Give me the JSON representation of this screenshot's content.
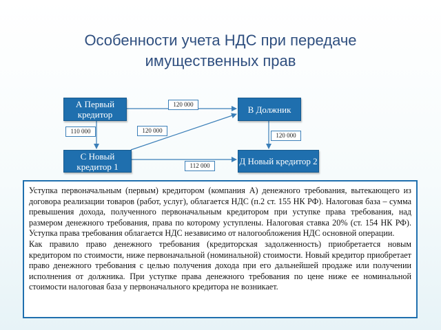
{
  "title": "Особенности учета НДС при передаче имущественных прав",
  "diagram": {
    "nodes": {
      "a": "А Первый кредитор",
      "b": "В Должник",
      "c": "С Новый кредитор 1",
      "d": "Д Новый кредитор 2"
    },
    "edge_labels": {
      "a_b": "120 000",
      "a_c": "110 000",
      "c_b": "120 000",
      "b_d": "120 000",
      "c_d": "112 000"
    }
  },
  "text": {
    "paragraph1": "Уступка первоначальным (первым) кредитором (компания А) денежного требования, вытекающего из договора реализации товаров (работ, услуг), облагается НДС (п.2 ст. 155 НК РФ). Налоговая база – сумма превышения дохода, полученного первоначальным кредитором при уступке права требования, над размером денежного требования, права по которому уступлены. Налоговая ставка 20% (ст. 154 НК РФ). Уступка права требования облагается НДС независимо от налогообложения НДС основной операции.",
    "paragraph2": "Как правило право денежного требования (кредиторская задолженность) приобретается новым кредитором по стоимости, ниже первоначальной (номинальной) стоимости. Новый кредитор приобретает право денежного требования с целью получения дохода при его дальнейшей продаже или получении исполнения от должника. При уступке права денежного требования по цене ниже ее номинальной стоимости налоговая база у первоначального кредитора не возникает."
  }
}
